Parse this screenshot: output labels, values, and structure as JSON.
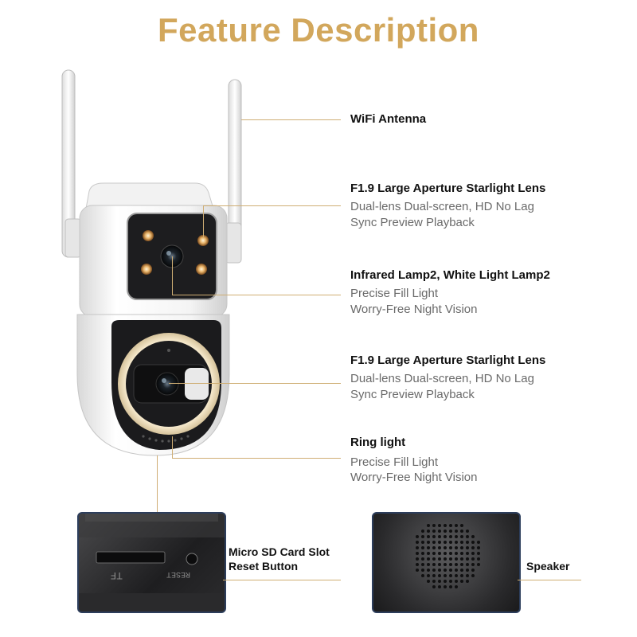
{
  "title": "Feature Description",
  "features": [
    {
      "label": "WiFi Antenna",
      "lines": []
    },
    {
      "label": "F1.9 Large Aperture Starlight Lens",
      "lines": [
        "Dual-lens Dual-screen, HD No Lag",
        "Sync Preview Playback"
      ]
    },
    {
      "label": "Infrared Lamp2, White Light Lamp2",
      "lines": [
        "Precise Fill Light",
        "Worry-Free Night Vision"
      ]
    },
    {
      "label": "F1.9 Large Aperture Starlight Lens",
      "lines": [
        "Dual-lens Dual-screen, HD No Lag",
        "Sync Preview Playback"
      ]
    },
    {
      "label": "Ring light",
      "lines": [
        "Precise Fill Light",
        "Worry-Free Night Vision"
      ]
    }
  ],
  "bottom": {
    "sd_label_1": "Micro SD Card Slot",
    "sd_label_2": "Reset Button",
    "speaker_label": "Speaker",
    "sd_print": "TF",
    "reset_print": "RESET"
  },
  "colors": {
    "accent": "#d2a75c",
    "line": "#cfae74"
  }
}
